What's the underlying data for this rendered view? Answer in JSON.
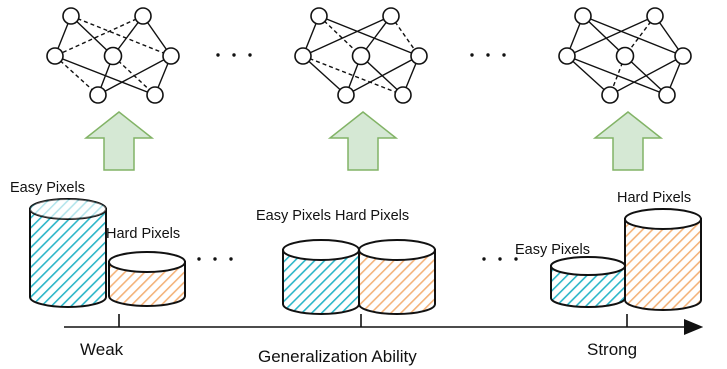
{
  "labels": {
    "easy_1": "Easy Pixels",
    "hard_1": "Hard Pixels",
    "easy_hard_2": "Easy Pixels Hard Pixels",
    "easy_3": "Easy Pixels",
    "hard_3": "Hard Pixels",
    "weak": "Weak",
    "strong": "Strong",
    "axis": "Generalization Ability"
  },
  "colors": {
    "easy_fill": "#1ba1e2",
    "easy_hatch": "#2cb6c8",
    "hard_fill": "#f0a24d",
    "hard_hatch": "#f4b37a",
    "arrow_fill": "#d5e8d4",
    "arrow_stroke": "#82b366",
    "ink": "#111111"
  },
  "icons": [
    "neural-network-icon",
    "up-arrow-icon",
    "cylinder-icon",
    "ellipsis-icon"
  ]
}
